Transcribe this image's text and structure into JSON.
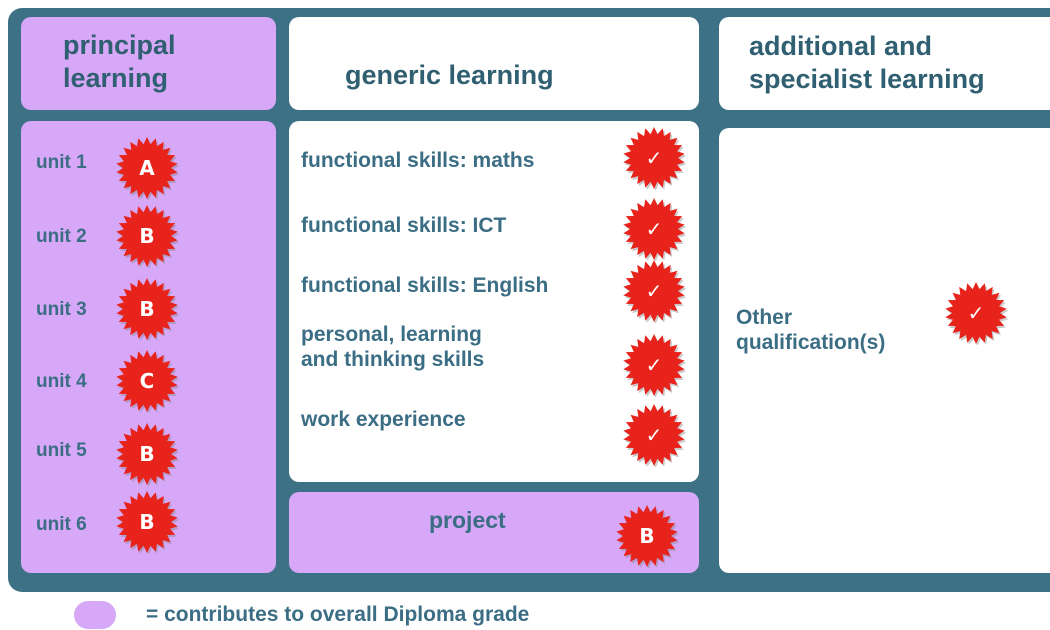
{
  "columns": {
    "principal": {
      "title": "principal learning",
      "title_line1": "principal",
      "title_line2": "learning"
    },
    "generic": {
      "title": "generic learning"
    },
    "additional": {
      "title_line1": "additional and",
      "title_line2": "specialist learning"
    }
  },
  "units": [
    {
      "label": "unit 1",
      "grade": "A"
    },
    {
      "label": "unit 2",
      "grade": "B"
    },
    {
      "label": "unit 3",
      "grade": "B"
    },
    {
      "label": "unit 4",
      "grade": "C"
    },
    {
      "label": "unit 5",
      "grade": "B"
    },
    {
      "label": "unit 6",
      "grade": "B"
    }
  ],
  "generic_items": [
    {
      "label": "functional skills: maths",
      "mark": "✓"
    },
    {
      "label": "functional skills: ICT",
      "mark": "✓"
    },
    {
      "label": "functional skills: English",
      "mark": "✓"
    },
    {
      "label_line1": "personal, learning",
      "label_line2": "and thinking skills",
      "mark": "✓"
    },
    {
      "label": "work experience",
      "mark": "✓"
    }
  ],
  "project": {
    "label": "project",
    "grade": "B"
  },
  "additional_item": {
    "label_line1": "Other",
    "label_line2": "qualification(s)",
    "mark": "✓"
  },
  "legend": {
    "text": "= contributes to overall Diploma grade"
  },
  "colors": {
    "frame": "#3d7185",
    "lilac": "#d6a8f7",
    "text": "#3b6d84",
    "badge": "#e8231c"
  },
  "icons": {
    "badge_shape": "red-starburst-icon",
    "tick": "check-icon"
  }
}
